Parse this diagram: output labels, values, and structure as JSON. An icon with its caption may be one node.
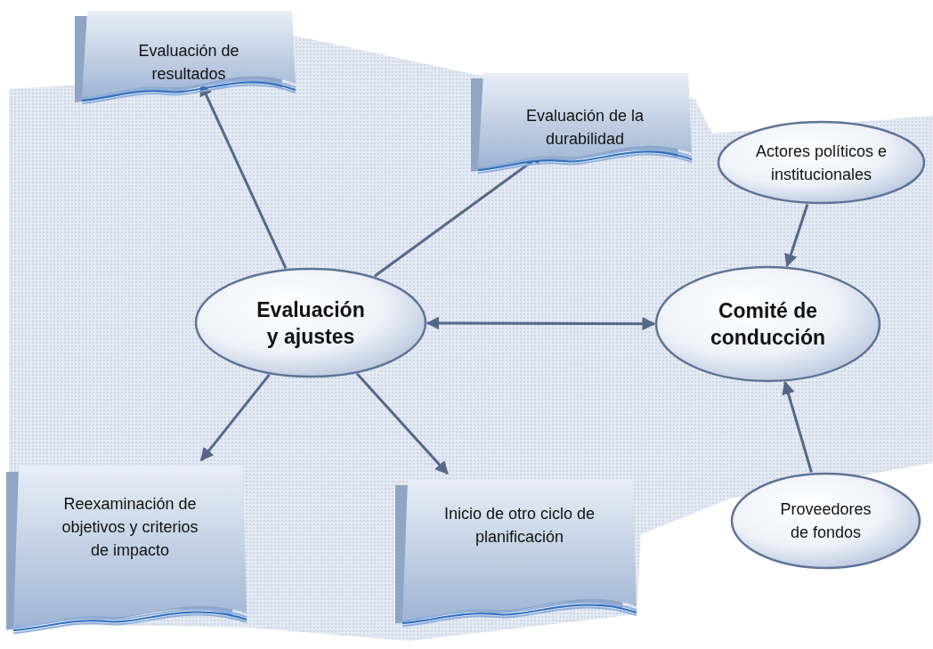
{
  "diagram": {
    "nodes": [
      {
        "text": [
          "Evaluación de resultados"
        ]
      },
      {
        "text": [
          "Evaluación de la durabilidad"
        ]
      },
      {
        "text": [
          "Actores políticos e institucionales"
        ]
      },
      {
        "text": [
          "Evaluación y ajustes"
        ]
      },
      {
        "text": [
          "Comité de conducción"
        ]
      },
      {
        "text": [
          "Reexaminación de objetivos y criterios de impacto"
        ]
      },
      {
        "text": [
          "Inicio de otro ciclo de planificación"
        ]
      },
      {
        "text": [
          "Proveedores de fondos"
        ]
      }
    ],
    "edges": [
      {
        "from": 3,
        "to": 0,
        "arrow": "to"
      },
      {
        "from": 3,
        "to": 1,
        "arrow": "to"
      },
      {
        "from": 3,
        "to": 4,
        "arrow": "both"
      },
      {
        "from": 2,
        "to": 4,
        "arrow": "to"
      },
      {
        "from": 7,
        "to": 4,
        "arrow": "to"
      },
      {
        "from": 3,
        "to": 5,
        "arrow": "to"
      },
      {
        "from": 3,
        "to": 6,
        "arrow": "to"
      }
    ]
  }
}
